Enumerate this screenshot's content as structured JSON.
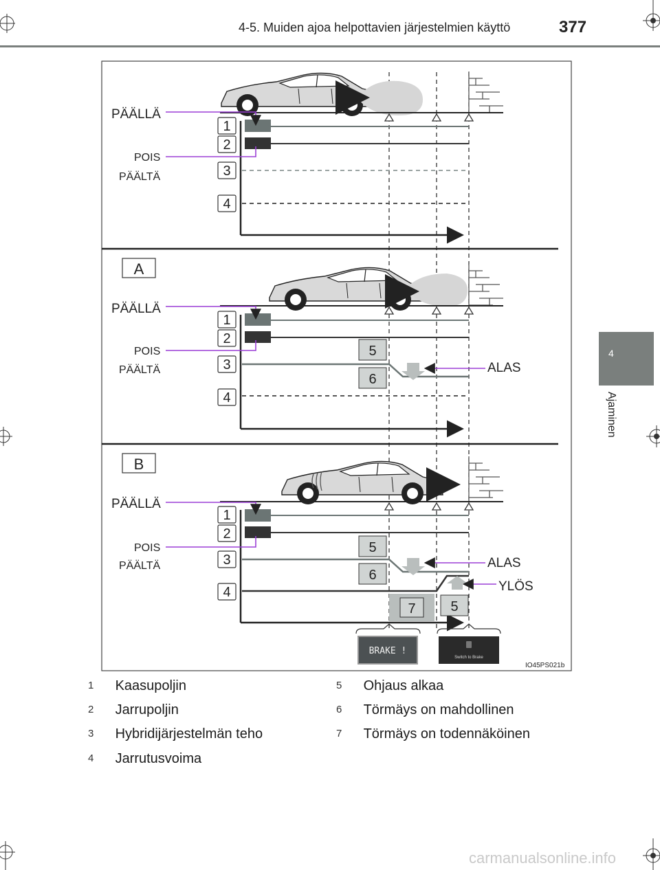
{
  "header": {
    "section_title": "4-5. Muiden ajoa helpottavien järjestelmien käyttö",
    "page_number": "377"
  },
  "chapter_tab": {
    "number": "4",
    "label": "Ajaminen"
  },
  "figure": {
    "labels": {
      "on": "PÄÄLLÄ",
      "off_line1": "POIS",
      "off_line2": "PÄÄLTÄ",
      "down": "ALAS",
      "up": "YLÖS",
      "panel_a": "A",
      "panel_b": "B",
      "figure_code": "IO45PS021b"
    },
    "row_numbers": [
      "1",
      "2",
      "3",
      "4"
    ],
    "badges": {
      "steering": "5",
      "possible": "6",
      "probable": "7"
    },
    "displays": {
      "brake": "BRAKE !",
      "switch": "Switch to Brake"
    }
  },
  "legend": [
    {
      "num": "1",
      "text": "Kaasupoljin"
    },
    {
      "num": "2",
      "text": "Jarrupoljin"
    },
    {
      "num": "3",
      "text": "Hybridijärjestelmän teho"
    },
    {
      "num": "4",
      "text": "Jarrutusvoima"
    },
    {
      "num": "5",
      "text": "Ohjaus alkaa"
    },
    {
      "num": "6",
      "text": "Törmäys on mahdollinen"
    },
    {
      "num": "7",
      "text": "Törmäys on todennäköinen"
    }
  ],
  "footer": {
    "watermark": "carmanualsonline.info"
  }
}
